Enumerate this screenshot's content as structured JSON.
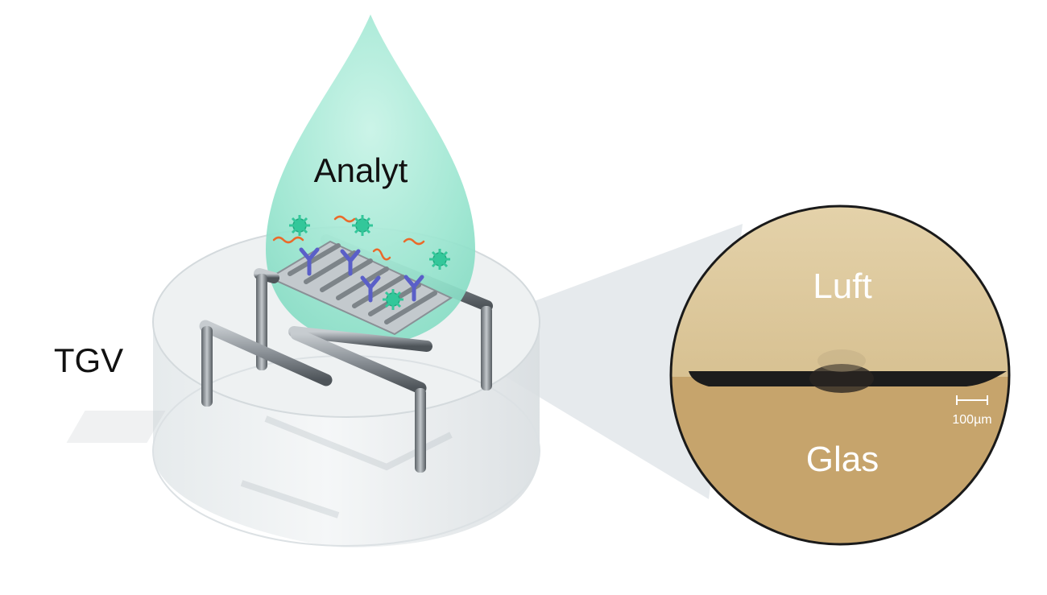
{
  "labels": {
    "analyte": "Analyt",
    "substrate": "TGV",
    "air": "Luft",
    "glass": "Glas",
    "scale_bar": "100µm"
  },
  "colors": {
    "droplet": "#8fe3cc",
    "droplet_edge": "#b9efe0",
    "electrode_metal": "#8a9096",
    "antibody": "#5a5fc8",
    "antigen": "#33c79a",
    "dna_strand": "#ea6a2a",
    "micrograph_air": "#d9c49c",
    "micrograph_glass": "#c6a46c",
    "micrograph_edge": "#1a1a1a",
    "magnifier_cone": "#dfe4e8"
  },
  "icons": [
    "droplet",
    "antibody-icon",
    "antigen-icon",
    "dna-strand-icon",
    "electrode",
    "tgv-cylinder",
    "magnifier-cone"
  ]
}
